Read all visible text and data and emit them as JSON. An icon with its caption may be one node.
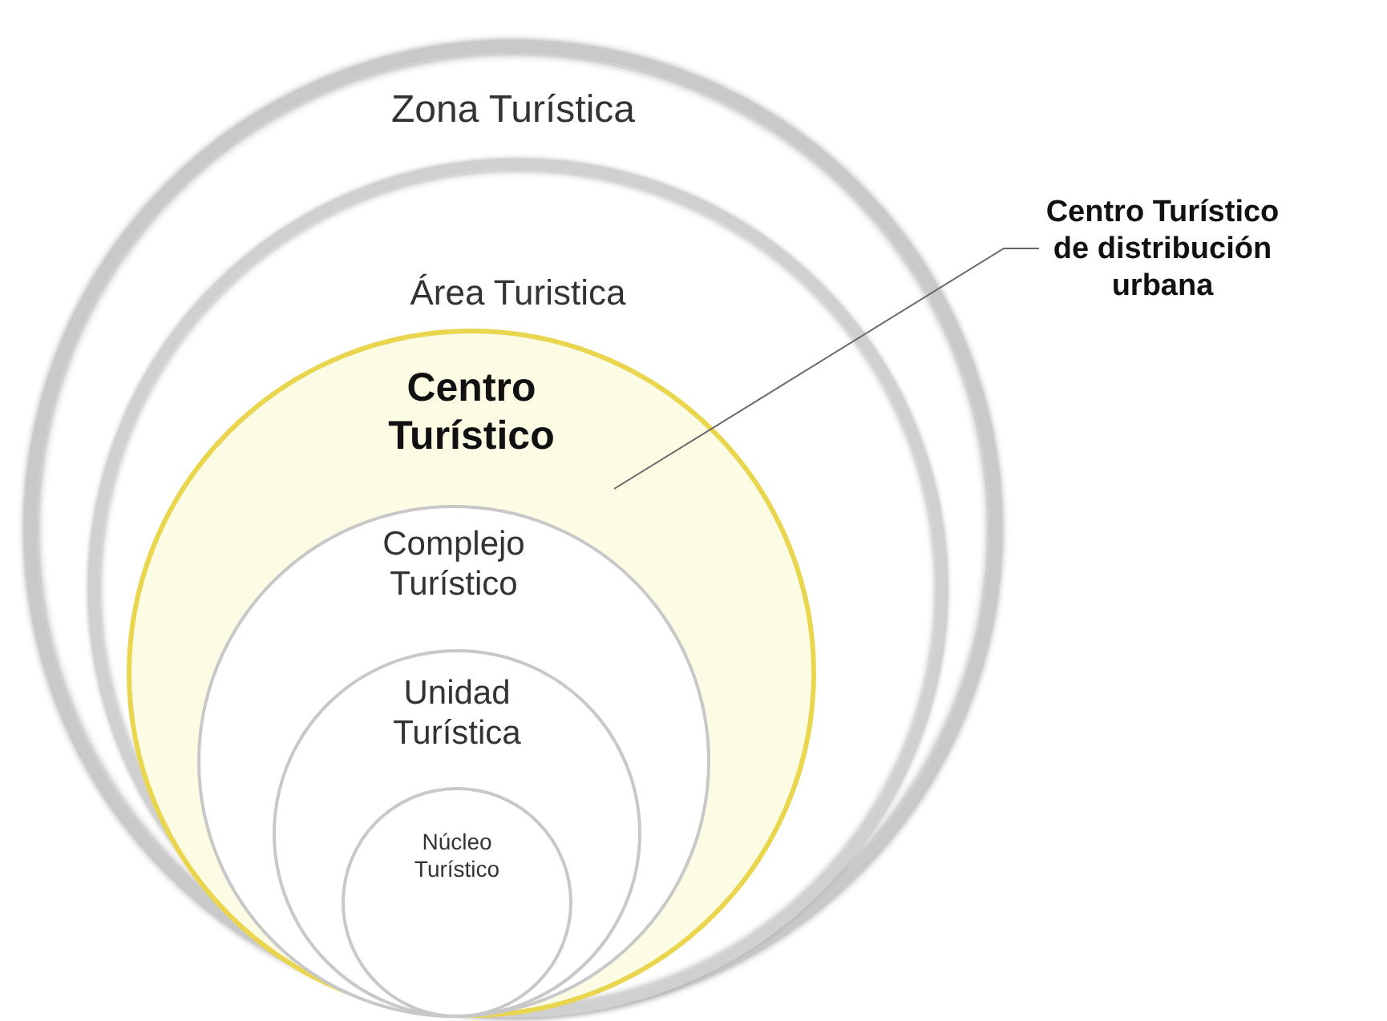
{
  "diagram": {
    "nodes": [
      {
        "text": [
          "Zona Turística"
        ]
      },
      {
        "text": [
          "Área Turistica"
        ],
        "in": 0
      },
      {
        "text": [
          "Centro Turístico"
        ],
        "in": 1
      },
      {
        "text": [
          "Complejo Turístico"
        ],
        "in": 2
      },
      {
        "text": [
          "Unidad Turística"
        ],
        "in": 3
      },
      {
        "text": [
          "Núcleo Turístico"
        ],
        "in": 4
      },
      {
        "text": [
          "Centro Turístico de distribución urbana"
        ]
      }
    ],
    "edges": [
      {
        "from": 6,
        "to": 2,
        "arrow": "none"
      }
    ]
  }
}
